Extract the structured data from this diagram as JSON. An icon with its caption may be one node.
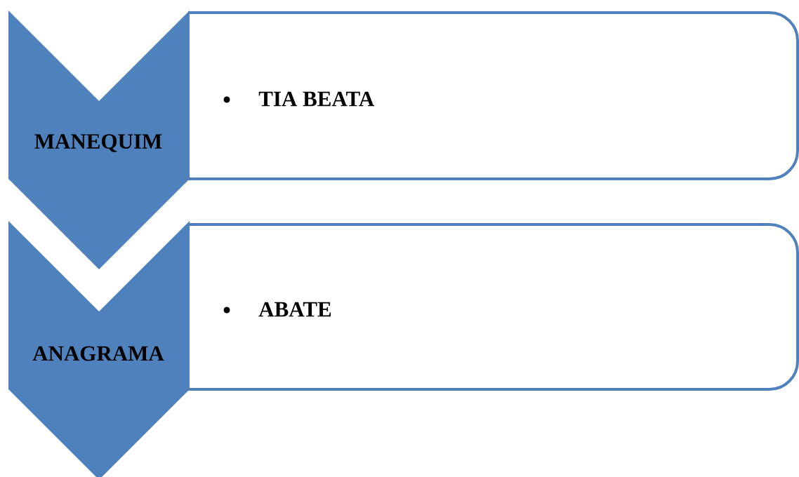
{
  "diagram": {
    "nodes": [
      {
        "text": [
          "MANEQUIM"
        ]
      },
      {
        "text": [
          "TIA BEATA"
        ]
      },
      {
        "text": [
          "ANAGRAMA"
        ]
      },
      {
        "text": [
          "ABATE"
        ]
      }
    ]
  }
}
